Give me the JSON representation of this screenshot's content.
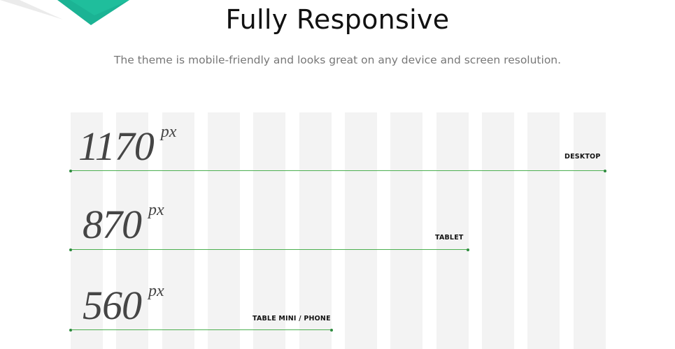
{
  "header": {
    "title": "Fully Responsive",
    "subtitle": "The theme is mobile-friendly and looks great on any device and screen resolution."
  },
  "breakpoints": [
    {
      "value": "1170",
      "unit": "px",
      "device": "DESKTOP"
    },
    {
      "value": "870",
      "unit": "px",
      "device": "TABLET"
    },
    {
      "value": "560",
      "unit": "px",
      "device": "TABLE MINI / PHONE"
    }
  ],
  "colors": {
    "accent": "#1bb394",
    "line": "#4caf50",
    "column": "#f3f3f3",
    "title": "#111111",
    "subtitle": "#777777"
  }
}
